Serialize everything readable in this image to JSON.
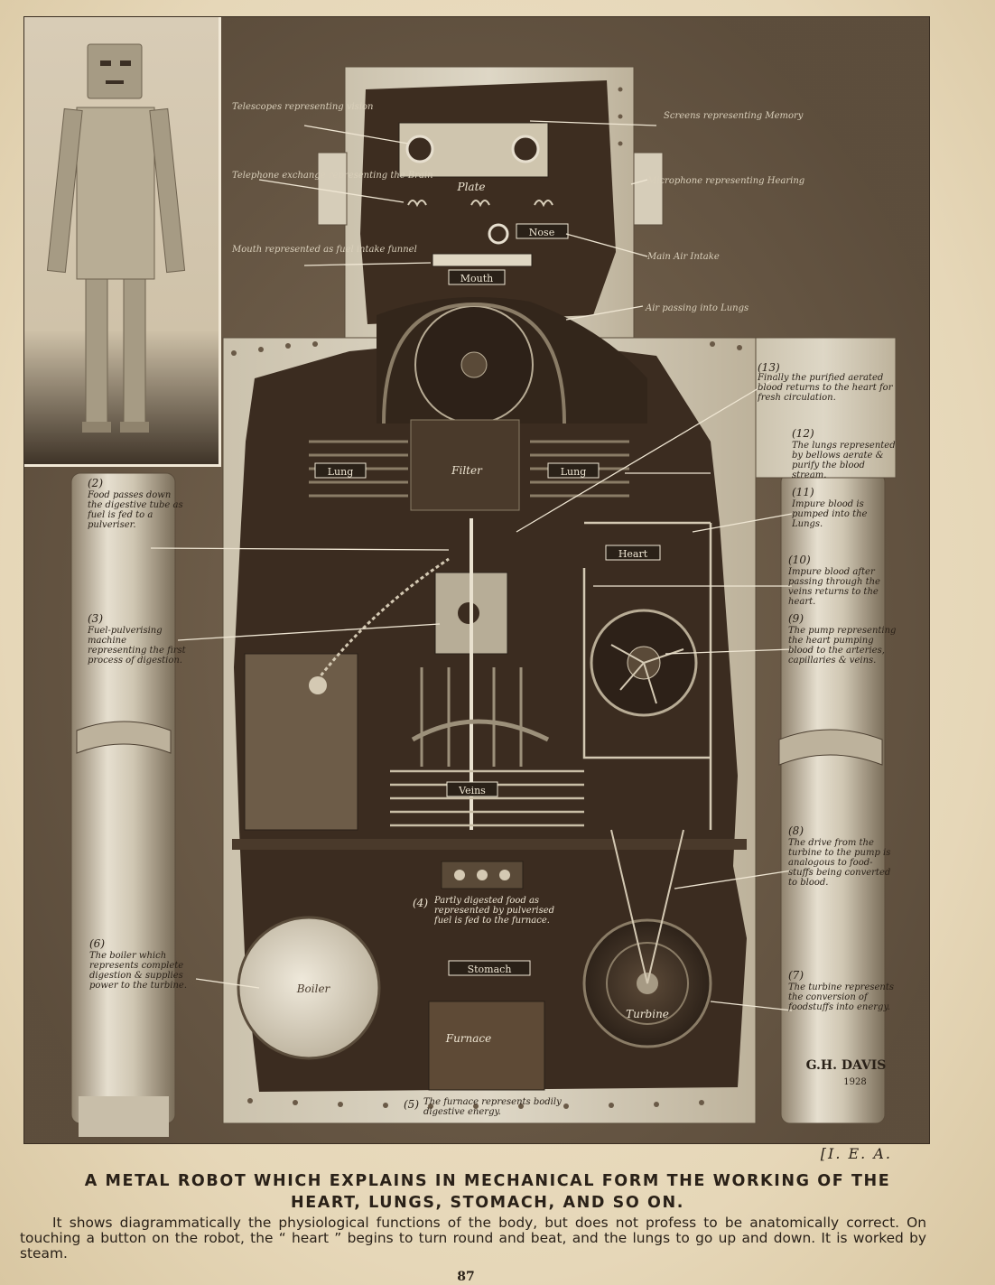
{
  "figure": {
    "labels": {
      "plate": "Plate",
      "nose": "Nose",
      "mouth": "Mouth",
      "lung_left": "Lung",
      "lung_right": "Lung",
      "filter": "Filter",
      "heart": "Heart",
      "veins": "Veins",
      "stomach": "Stomach",
      "boiler": "Boiler",
      "furnace": "Furnace",
      "turbine": "Turbine"
    },
    "head_annotations": {
      "telescopes": "Telescopes representing vision",
      "screens": "Screens representing Memory",
      "telephone": "Telephone exchange representing the Brain",
      "microphone": "Microphone representing Hearing",
      "air_intake": "Main Air Intake",
      "mouth": "Mouth represented as fuel intake funnel",
      "air_lungs": "Air passing into Lungs"
    },
    "numbered_notes": [
      {
        "num": "(2)",
        "text": "Food passes down the digestive tube as fuel is fed to a pulveriser."
      },
      {
        "num": "(3)",
        "text": "Fuel-pulverising machine representing the first process of digestion."
      },
      {
        "num": "(4)",
        "text": "Partly digested food as represented by pulverised fuel is fed to the furnace."
      },
      {
        "num": "(5)",
        "text": "The furnace represents bodily digestive energy."
      },
      {
        "num": "(6)",
        "text": "The boiler which represents complete digestion & supplies power to the turbine."
      },
      {
        "num": "(7)",
        "text": "The turbine represents the conversion of foodstuffs into energy."
      },
      {
        "num": "(8)",
        "text": "The drive from the turbine to the pump is analogous to food-stuffs being converted to blood."
      },
      {
        "num": "(9)",
        "text": "The pump representing the heart pumping blood to the arteries, capillaries & veins."
      },
      {
        "num": "(10)",
        "text": "Impure blood after passing through the veins returns to the heart."
      },
      {
        "num": "(11)",
        "text": "Impure blood is pumped into the Lungs."
      },
      {
        "num": "(12)",
        "text": "The lungs represented by bellows aerate & purify the blood stream."
      },
      {
        "num": "(13)",
        "text": "Finally the purified aerated blood returns to the heart for fresh circulation."
      }
    ],
    "signature": "G.H. DAVIS",
    "signature_year": "1928"
  },
  "caption": {
    "credit": "[I. E. A.",
    "headline_line1": "A METAL ROBOT WHICH EXPLAINS IN MECHANICAL FORM THE WORKING OF THE",
    "headline_line2": "HEART, LUNGS, STOMACH, AND SO ON.",
    "body": "It shows diagrammatically the physiological functions of the body, but does not profess to be anatomically correct.  On touching a button on the robot, the “ heart ” begins to turn round and beat, and the lungs to go up and down.  It is worked by steam.",
    "page_number": "87"
  },
  "colors": {
    "ink": "#2a2118",
    "paper": "#e9dcc0",
    "metal": "#d8d0bd",
    "cavity": "#3b2c20"
  }
}
